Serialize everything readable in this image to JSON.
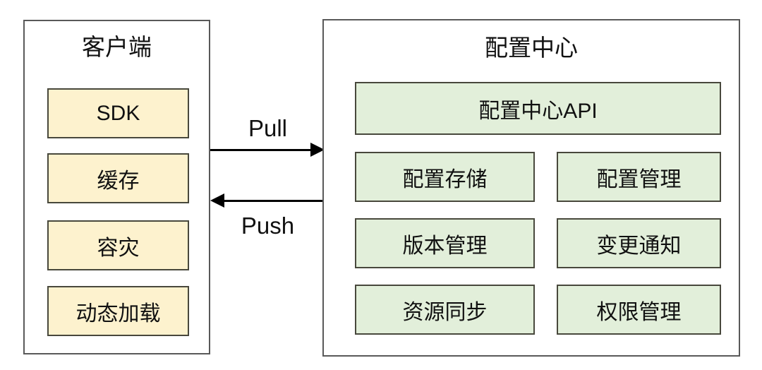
{
  "diagram": {
    "client": {
      "title": "客户端",
      "items": [
        {
          "label": "SDK"
        },
        {
          "label": "缓存"
        },
        {
          "label": "容灾"
        },
        {
          "label": "动态加载"
        }
      ]
    },
    "flows": {
      "pull_label": "Pull",
      "push_label": "Push"
    },
    "server": {
      "title": "配置中心",
      "api_box": {
        "label": "配置中心API"
      },
      "modules": [
        {
          "label": "配置存储"
        },
        {
          "label": "配置管理"
        },
        {
          "label": "版本管理"
        },
        {
          "label": "变更通知"
        },
        {
          "label": "资源同步"
        },
        {
          "label": "权限管理"
        }
      ]
    },
    "colors": {
      "client_item_fill": "#fdf2ce",
      "server_item_fill": "#e2efda",
      "node_border": "#48483c",
      "panel_border": "#595959",
      "arrow": "#000000",
      "background": "#ffffff"
    }
  }
}
